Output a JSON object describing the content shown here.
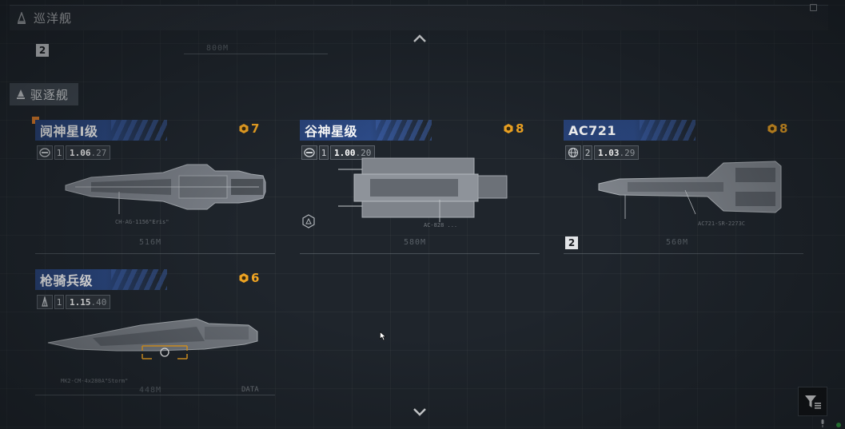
{
  "top_category": {
    "label": "巡洋舰",
    "icon": "cruiser-class-icon"
  },
  "section": {
    "label": "驱逐舰",
    "icon": "destroyer-class-icon"
  },
  "scroll": {
    "up_icon": "chevron-up-icon",
    "down_icon": "chevron-down-icon"
  },
  "background_scale": {
    "prev_row_scale": "800M",
    "prev_row_tier": "2"
  },
  "ships": [
    {
      "name": "阋神星Ⅰ级",
      "cost": "7",
      "role_icon": "missile-ship-icon",
      "count": "1",
      "rate_main": "1.06",
      "rate_sub": ".27",
      "scale": "516M",
      "callout": "CH-AG-1156\"Eris\"",
      "selected": true
    },
    {
      "name": "谷神星级",
      "cost": "8",
      "role_icon": "missile-ship-icon",
      "count": "1",
      "rate_main": "1.00",
      "rate_sub": ".20",
      "scale": "580M",
      "callout": "AC-828 ..."
    },
    {
      "name": "AC721",
      "cost": "8",
      "role_icon": "globe-ship-icon",
      "count": "2",
      "rate_main": "1.03",
      "rate_sub": ".29",
      "scale": "560M",
      "callout": "AC721-SR-2273C",
      "tier": "2"
    },
    {
      "name": "枪骑兵级",
      "cost": "6",
      "role_icon": "lancer-ship-icon",
      "count": "1",
      "rate_main": "1.15",
      "rate_sub": ".40",
      "scale": "448M",
      "callout": "MK2-CM-4x280A\"Storm\"",
      "extra": "DATA"
    }
  ],
  "filter_button": {
    "icon": "filter-list-icon"
  },
  "status": {
    "mic_icon": "microphone-icon",
    "online_color": "#39c04a"
  },
  "colors": {
    "banner_blue": "#2c4a86",
    "cost_orange": "#f2a623",
    "accent_orange": "#f0852a",
    "background": "#1f252c"
  }
}
